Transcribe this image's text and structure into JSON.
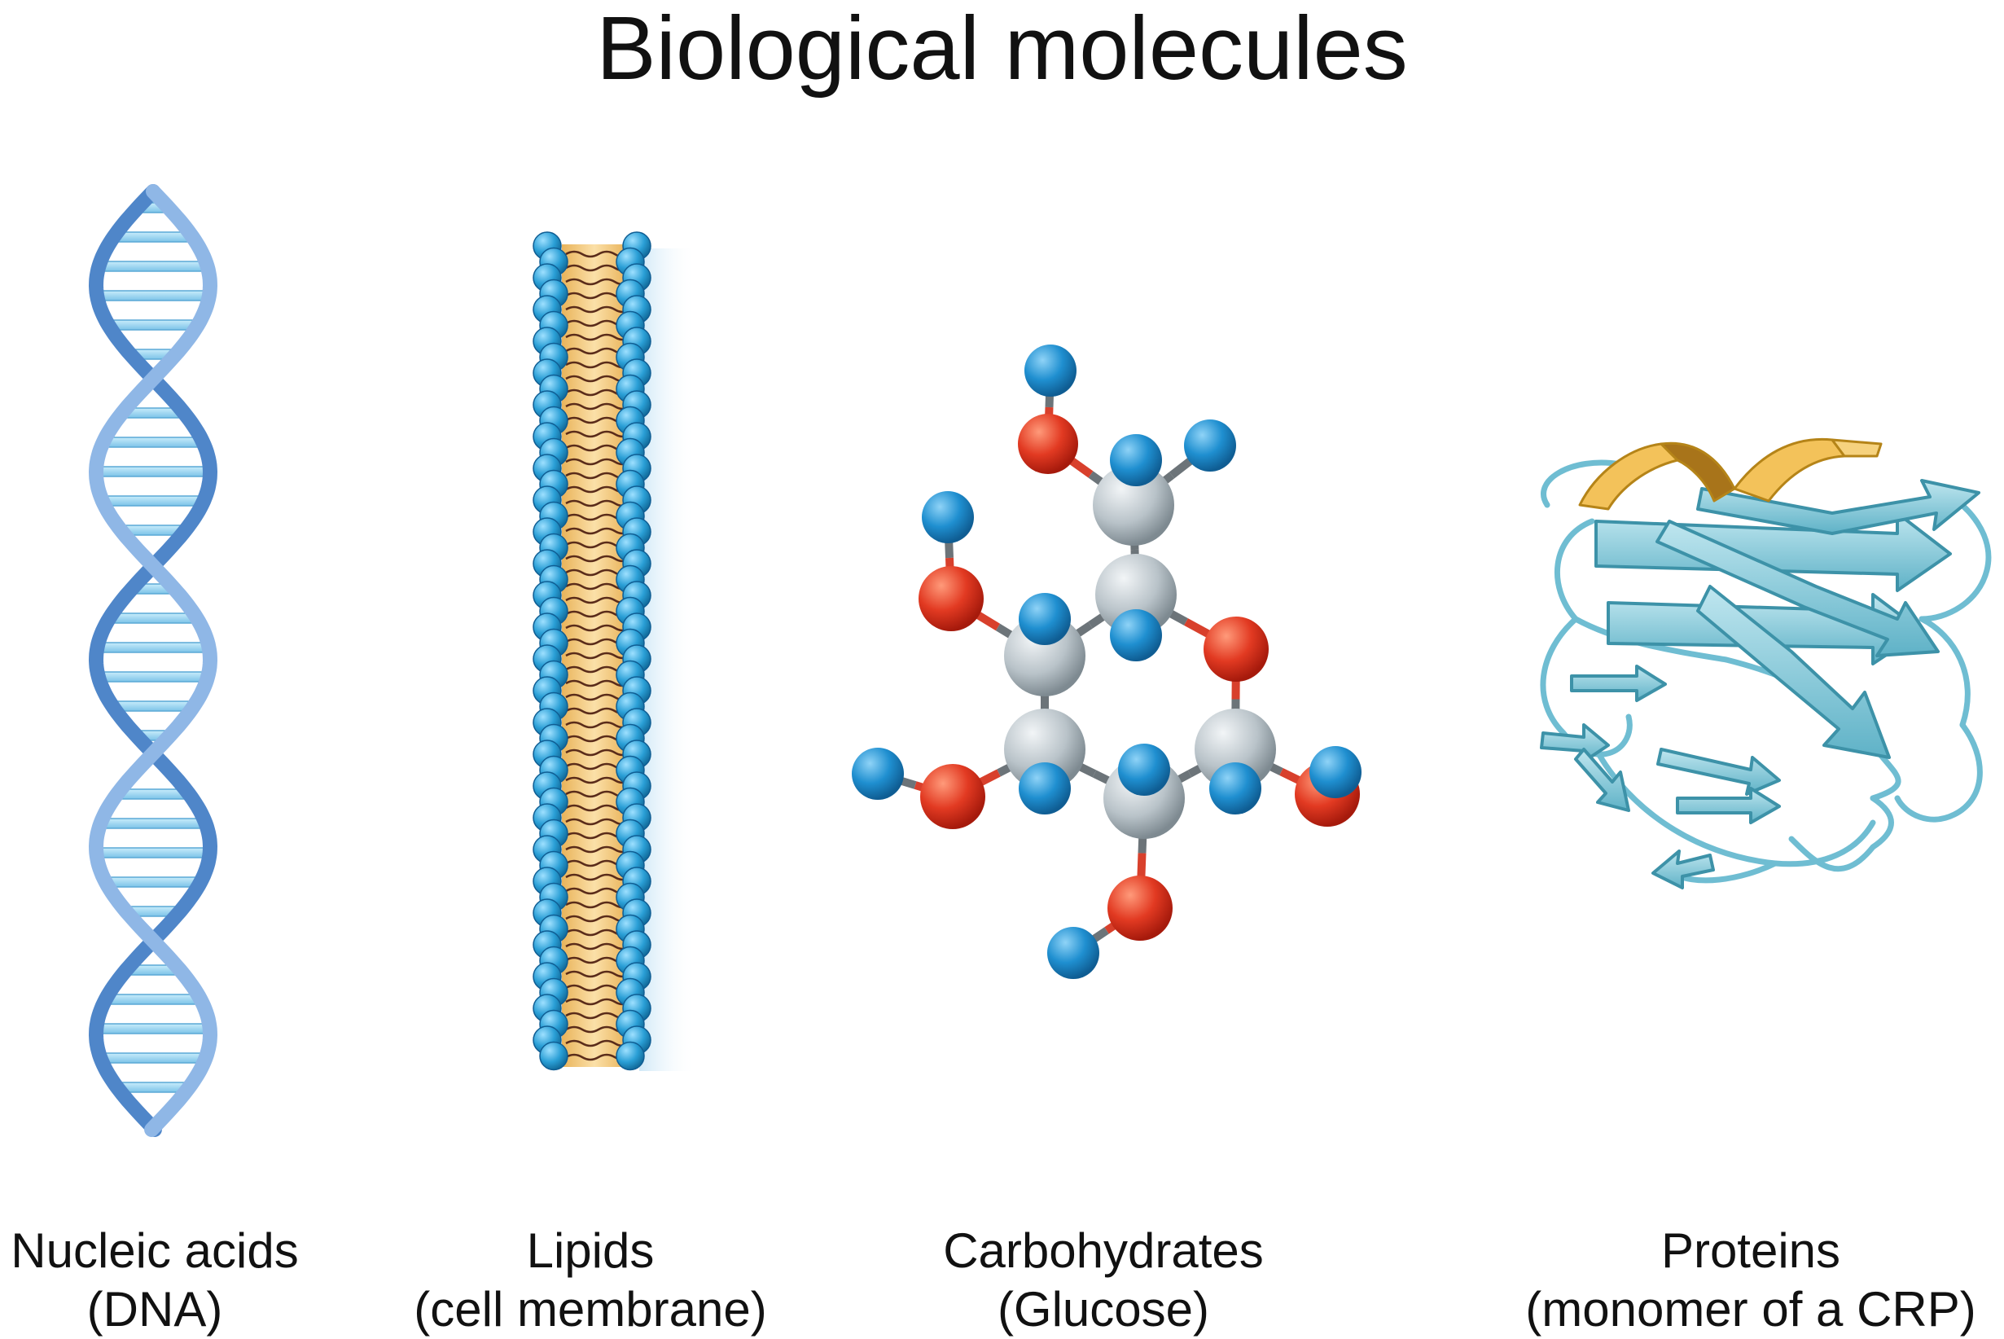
{
  "title": "Biological molecules",
  "molecules": [
    {
      "name": "Nucleic acids",
      "subtitle": "(DNA)",
      "icon": "dna-double-helix-icon"
    },
    {
      "name": "Lipids",
      "subtitle": "(cell membrane)",
      "icon": "lipid-bilayer-icon"
    },
    {
      "name": "Carbohydrates",
      "subtitle": "(Glucose)",
      "icon": "glucose-molecule-icon"
    },
    {
      "name": "Proteins",
      "subtitle": "(monomer of a CRP)",
      "icon": "protein-ribbon-icon"
    }
  ],
  "colors": {
    "dna_strand": "#6f9fd8",
    "dna_rung": "#a9d6f0",
    "lipid_head": "#2a9fd6",
    "lipid_core": "#f0c77a",
    "carbon": "#b9c3c9",
    "oxygen": "#e23a22",
    "hydrogen": "#1f8fd0",
    "protein_sheet": "#7fc6d6",
    "protein_helix": "#f3c25a"
  }
}
